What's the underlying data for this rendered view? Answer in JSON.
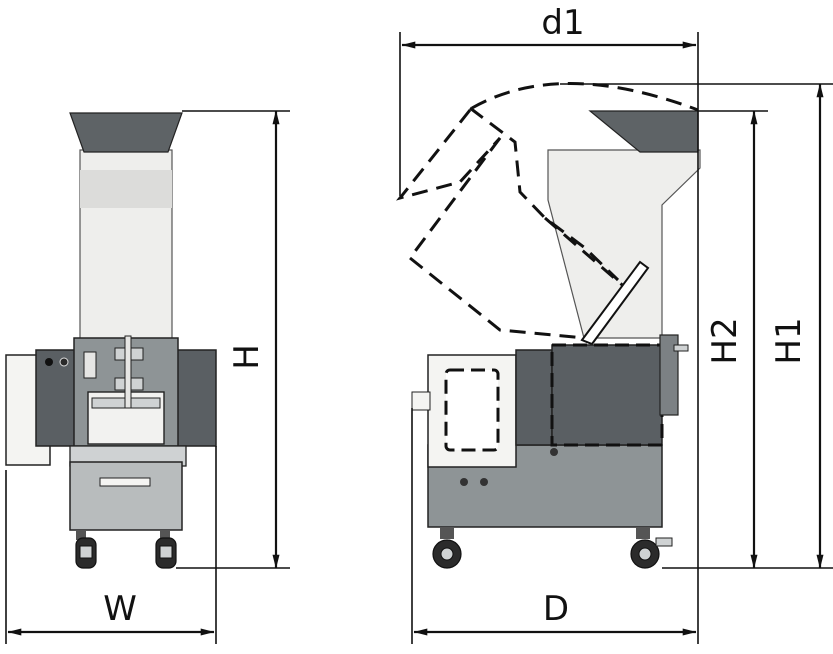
{
  "labels": {
    "W": "W",
    "D": "D",
    "H": "H",
    "H1": "H1",
    "H2": "H2",
    "d1": "d1"
  },
  "colors": {
    "dark_body": "#5a5f63",
    "mid_body": "#8e9496",
    "chute": "#eeeeec",
    "line": "#111111"
  }
}
